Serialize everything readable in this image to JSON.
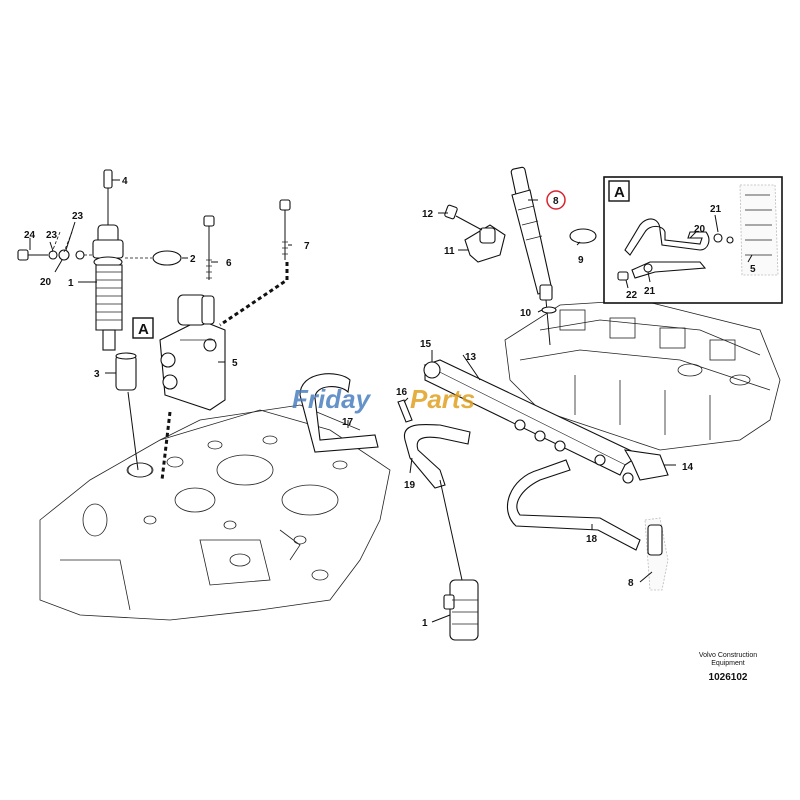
{
  "watermark": {
    "text_a": "Friday",
    "text_b": "Parts",
    "color_a": "#4a7fc0",
    "color_b": "#e0a020"
  },
  "caption": {
    "line1": "Volvo Construction",
    "line2": "Equipment",
    "id": "1026102"
  },
  "callouts": {
    "c1_top": "1",
    "c2": "2",
    "c3": "3",
    "c4": "4",
    "c5_left": "5",
    "c6": "6",
    "c7": "7",
    "c8_top": "8",
    "c8_bottom": "8",
    "c9": "9",
    "c10": "10",
    "c11": "11",
    "c12": "12",
    "c13": "13",
    "c14": "14",
    "c15": "15",
    "c16": "16",
    "c17": "17",
    "c18": "18",
    "c19": "19",
    "c20_left": "20",
    "c23_left": "23",
    "c24": "24",
    "c1_bottom": "1",
    "detail_20": "20",
    "detail_21_top": "21",
    "detail_21_bottom": "21",
    "detail_22": "22",
    "detail_5": "5"
  },
  "view_labels": {
    "view_a_main": "A",
    "view_a_detail": "A"
  },
  "highlight": {
    "item": "8",
    "color": "#d9232e"
  }
}
